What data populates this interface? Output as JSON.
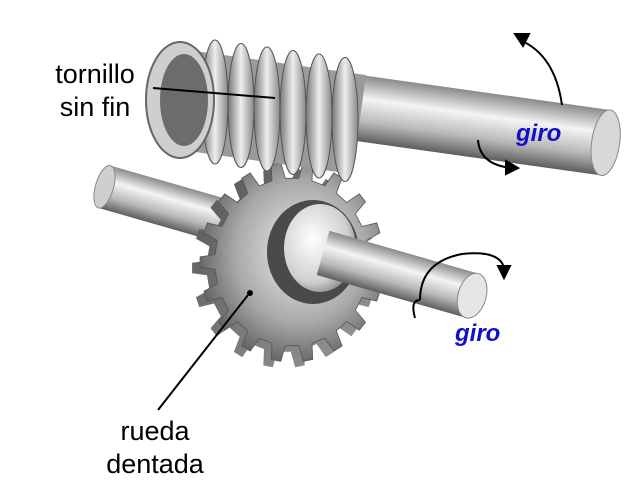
{
  "labels": {
    "worm_line1": "tornillo",
    "worm_line2": "sin fin",
    "gear_line1": "rueda",
    "gear_line2": "dentada",
    "rotation_top": "giro",
    "rotation_bottom": "giro"
  },
  "colors": {
    "rotation_text": "#1010c8",
    "metal_light": "#f2f2f2",
    "metal_dark": "#6e6e6e"
  },
  "gear": {
    "teeth": 18
  },
  "worm": {
    "threads": 6
  }
}
